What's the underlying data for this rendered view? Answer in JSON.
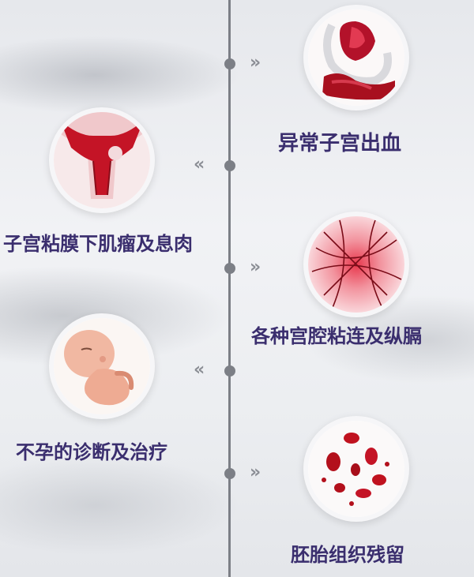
{
  "items": [
    {
      "label": "异常子宫出血",
      "icon": "bleeding-pad-icon"
    },
    {
      "label": "子宫粘膜下肌瘤及息肉",
      "icon": "uterus-fibroid-icon"
    },
    {
      "label": "各种宫腔粘连及纵膈",
      "icon": "uterine-adhesion-icon"
    },
    {
      "label": "不孕的诊断及治疗",
      "icon": "fetus-icon"
    },
    {
      "label": "胚胎组织残留",
      "icon": "tissue-remnant-icon"
    }
  ],
  "arrows": {
    "right": "»",
    "left": "«"
  },
  "colors": {
    "label": "#3a2e6e",
    "line": "#7c7f86",
    "blood": "#c8102e"
  }
}
